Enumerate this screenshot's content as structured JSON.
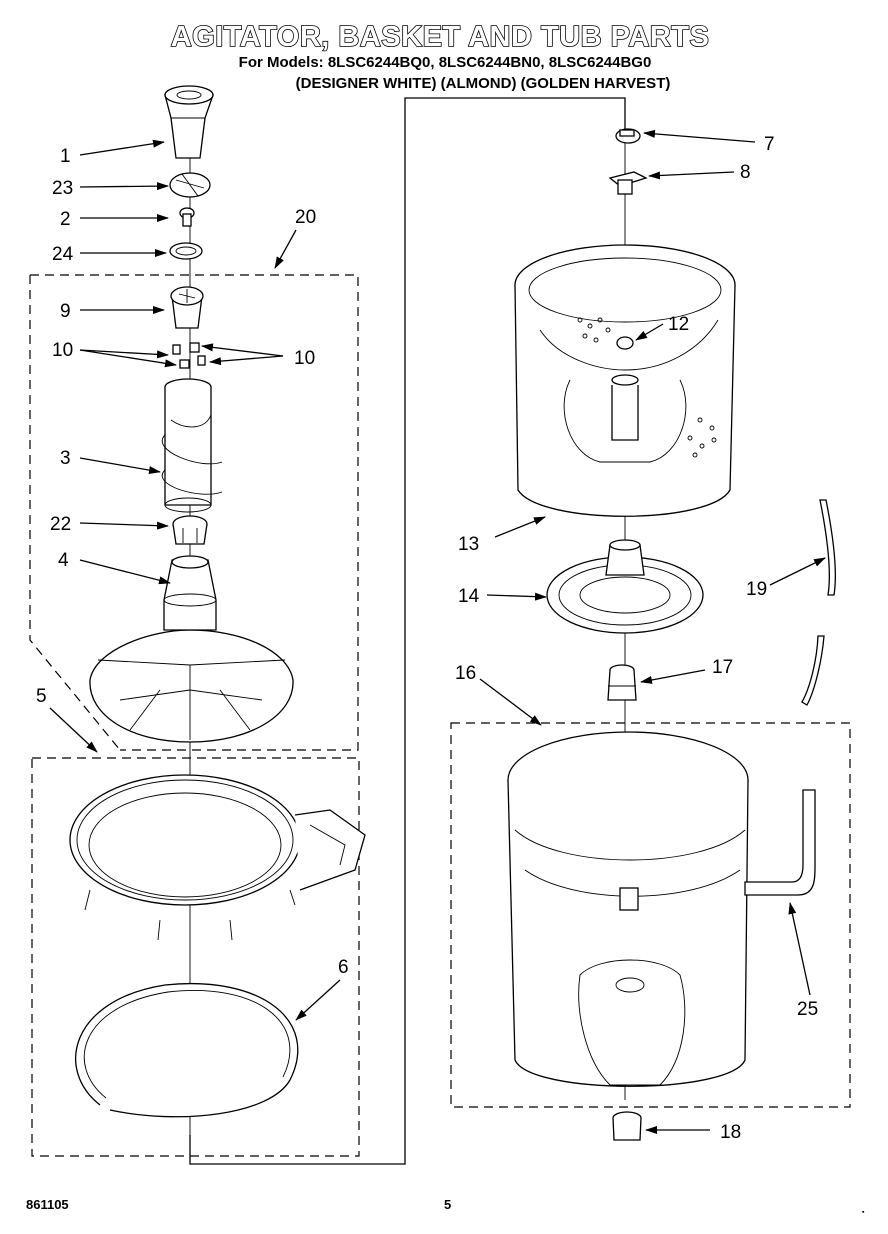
{
  "header": {
    "title": "AGITATOR, BASKET AND TUB PARTS",
    "models": "For Models: 8LSC6244BQ0, 8LSC6244BN0, 8LSC6244BG0",
    "colors": "(DESIGNER WHITE) (ALMOND) (GOLDEN HARVEST)"
  },
  "callouts": {
    "c1": "1",
    "c23": "23",
    "c2": "2",
    "c24": "24",
    "c20": "20",
    "c9": "9",
    "c10a": "10",
    "c10b": "10",
    "c3": "3",
    "c22": "22",
    "c4": "4",
    "c5": "5",
    "c6": "6",
    "c7": "7",
    "c8": "8",
    "c12": "12",
    "c13": "13",
    "c14": "14",
    "c19": "19",
    "c16": "16",
    "c17": "17",
    "c25": "25",
    "c18": "18"
  },
  "footer": {
    "doc_number": "861105",
    "page_number": "5",
    "corner_mark": "▪"
  }
}
